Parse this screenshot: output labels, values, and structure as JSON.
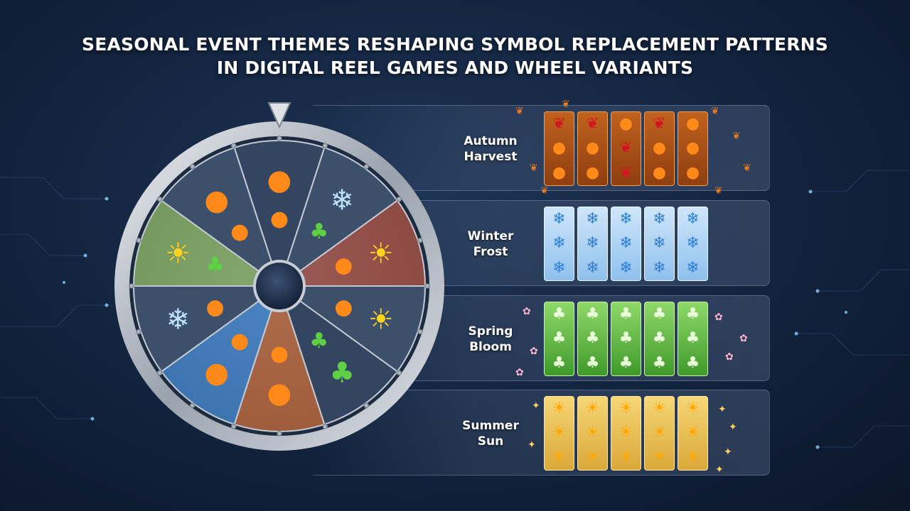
{
  "title": {
    "line1": "SEASONAL EVENT THEMES RESHAPING SYMBOL REPLACEMENT PATTERNS",
    "line2": "IN DIGITAL REEL GAMES AND WHEEL VARIANTS"
  },
  "colors": {
    "background": "#142642",
    "autumn": "#c0621e",
    "winter": "#9ec9f0",
    "spring": "#5bb83c",
    "summer": "#f0c55a",
    "wheel_rim": "#c8ccd3"
  },
  "wheel": {
    "segment_count": 10,
    "pointer_icon": "triangle-pointer-icon",
    "segments": [
      {
        "icons": [
          "pumpkin-icon",
          "pumpkin-icon"
        ],
        "highlight": "none"
      },
      {
        "icons": [
          "snowflake-icon",
          "clover-icon"
        ],
        "highlight": "none"
      },
      {
        "icons": [
          "sun-icon",
          "pumpkin-icon"
        ],
        "highlight": "autumn-glow"
      },
      {
        "icons": [
          "sun-icon",
          "pumpkin-icon"
        ],
        "highlight": "none"
      },
      {
        "icons": [
          "clover-icon",
          "clover-icon"
        ],
        "highlight": "none"
      },
      {
        "icons": [
          "pumpkin-icon",
          "pumpkin-icon"
        ],
        "highlight": "pumpkin-glow"
      },
      {
        "icons": [
          "pumpkin-icon",
          "pumpkin-icon"
        ],
        "highlight": "winter-glow"
      },
      {
        "icons": [
          "snowflake-icon",
          "pumpkin-icon"
        ],
        "highlight": "none"
      },
      {
        "icons": [
          "sun-icon",
          "clover-icon"
        ],
        "highlight": "spring-glow"
      },
      {
        "icons": [
          "pumpkin-icon",
          "pumpkin-icon"
        ],
        "highlight": "none"
      }
    ]
  },
  "panels": [
    {
      "label_line1": "Autumn",
      "label_line2": "Harvest",
      "theme": "autumn",
      "decoration_icon": "maple-leaf-icon",
      "reels": [
        [
          "cherry-icon",
          "pumpkin-icon",
          "pumpkin-icon"
        ],
        [
          "cherry-icon",
          "pumpkin-icon",
          "pumpkin-icon"
        ],
        [
          "pumpkin-icon",
          "cherry-icon",
          "cherry-icon"
        ],
        [
          "cherry-icon",
          "pumpkin-icon",
          "pumpkin-icon"
        ],
        [
          "pumpkin-icon",
          "pumpkin-icon",
          "pumpkin-icon"
        ]
      ]
    },
    {
      "label_line1": "Winter",
      "label_line2": "Frost",
      "theme": "winter",
      "decoration_icon": "none",
      "reels": [
        [
          "snowflake-icon",
          "snowflake-icon",
          "snowflake-icon"
        ],
        [
          "snowflake-icon",
          "snowflake-icon",
          "snowflake-icon"
        ],
        [
          "snowflake-icon",
          "snowflake-icon",
          "snowflake-icon"
        ],
        [
          "snowflake-icon",
          "snowflake-icon",
          "snowflake-icon"
        ],
        [
          "snowflake-icon",
          "snowflake-icon",
          "snowflake-icon"
        ]
      ]
    },
    {
      "label_line1": "Spring",
      "label_line2": "Bloom",
      "theme": "spring",
      "decoration_icon": "blossom-icon",
      "reels": [
        [
          "clover-icon",
          "clover-icon",
          "clover-icon"
        ],
        [
          "clover-icon",
          "clover-icon",
          "clover-icon"
        ],
        [
          "clover-icon",
          "clover-icon",
          "clover-icon"
        ],
        [
          "clover-icon",
          "clover-icon",
          "clover-icon"
        ],
        [
          "clover-icon",
          "clover-icon",
          "clover-icon"
        ]
      ]
    },
    {
      "label_line1": "Summer",
      "label_line2": "Sun",
      "theme": "summer",
      "decoration_icon": "sparkle-icon",
      "reels": [
        [
          "sun-icon",
          "sun-icon",
          "sun-icon"
        ],
        [
          "sun-icon",
          "sun-icon",
          "sun-icon"
        ],
        [
          "sun-icon",
          "sun-icon",
          "sun-icon"
        ],
        [
          "sun-icon",
          "sun-icon",
          "sun-icon"
        ],
        [
          "sun-icon",
          "sun-icon",
          "sun-icon"
        ]
      ]
    }
  ]
}
